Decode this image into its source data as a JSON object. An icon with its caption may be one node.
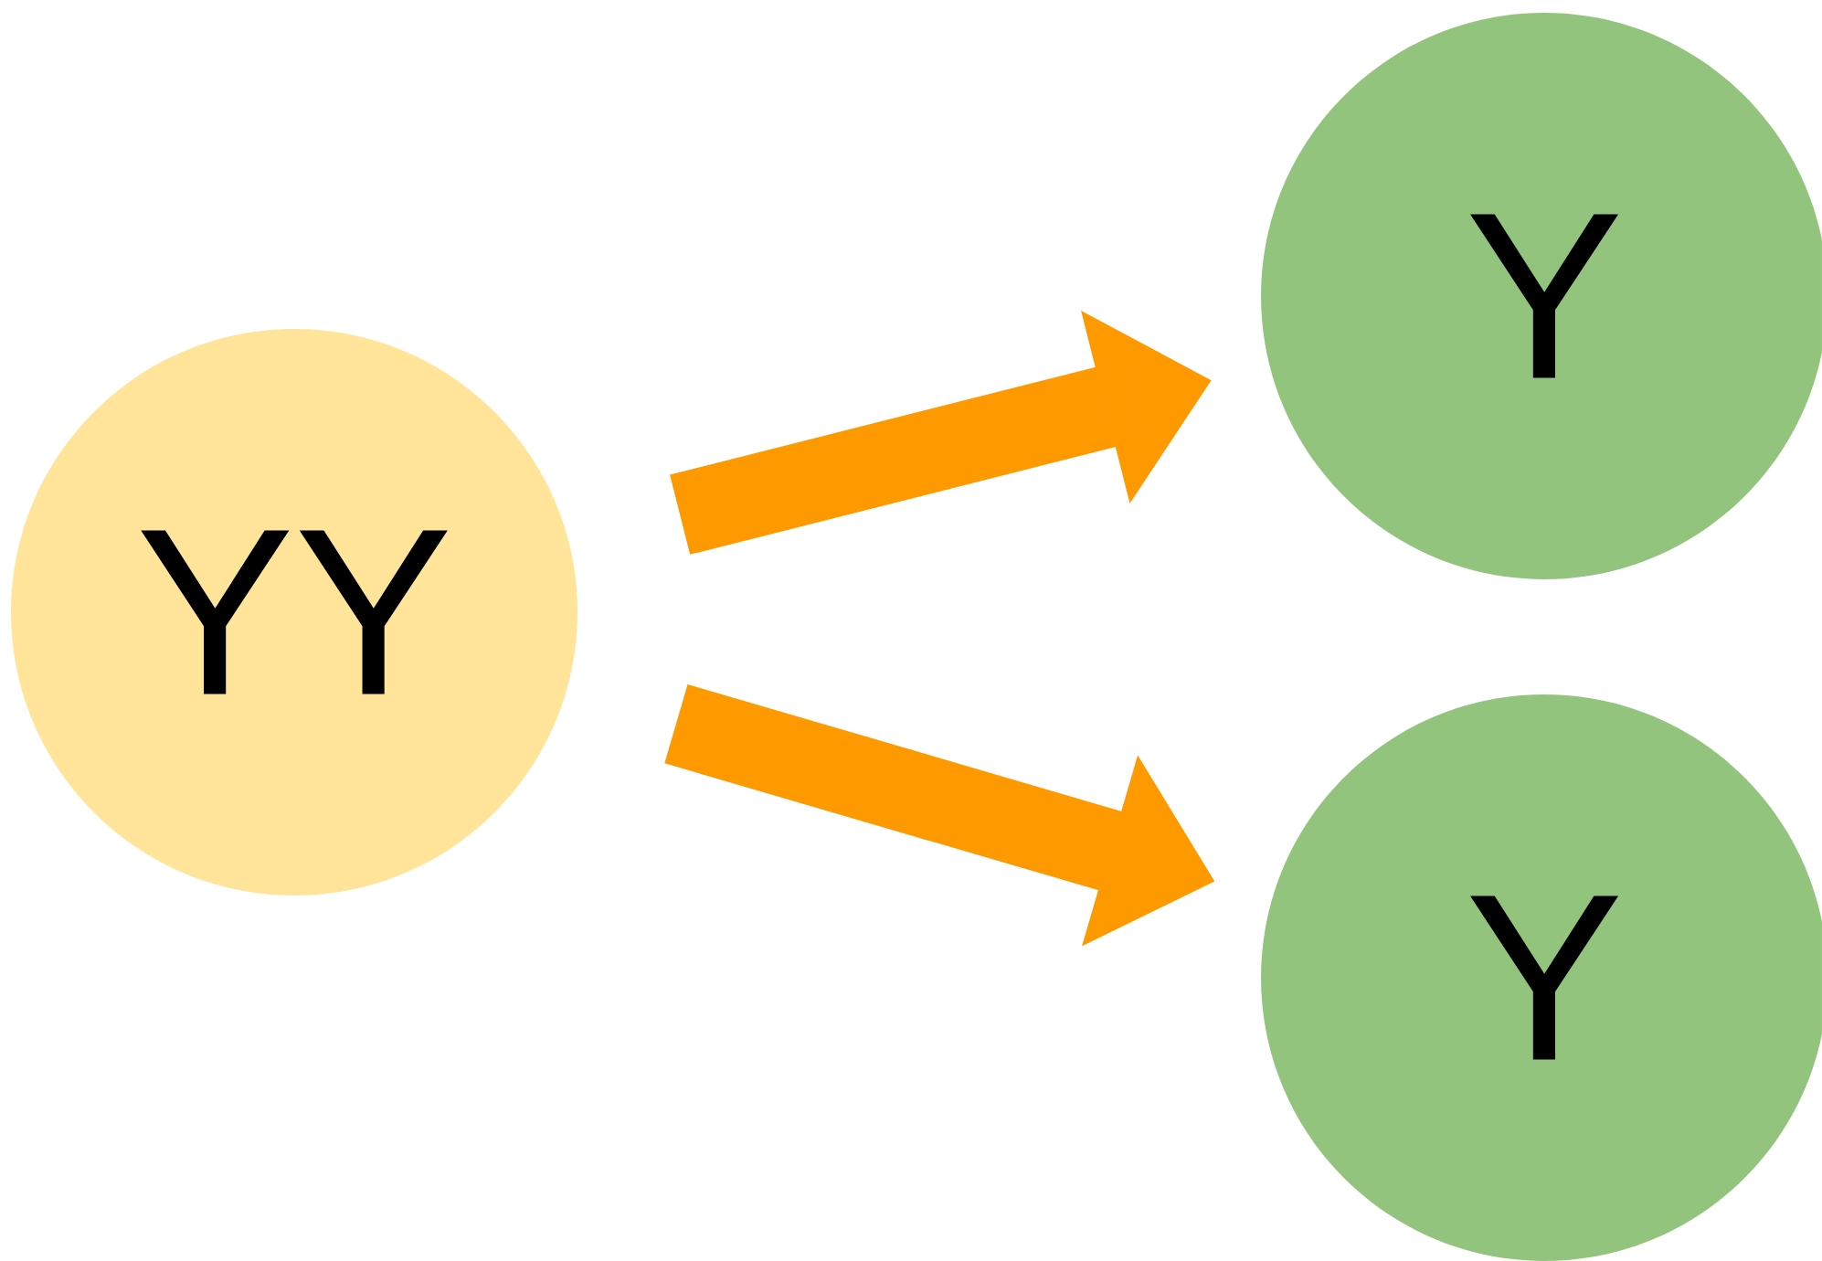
{
  "diagram": {
    "nodes": [
      {
        "text": [
          "YY"
        ]
      },
      {
        "text": [
          "Y"
        ]
      },
      {
        "text": [
          "Y"
        ]
      }
    ],
    "edges": [
      {
        "from": 0,
        "to": 1,
        "arrow": "to"
      },
      {
        "from": 0,
        "to": 2,
        "arrow": "to"
      }
    ]
  }
}
